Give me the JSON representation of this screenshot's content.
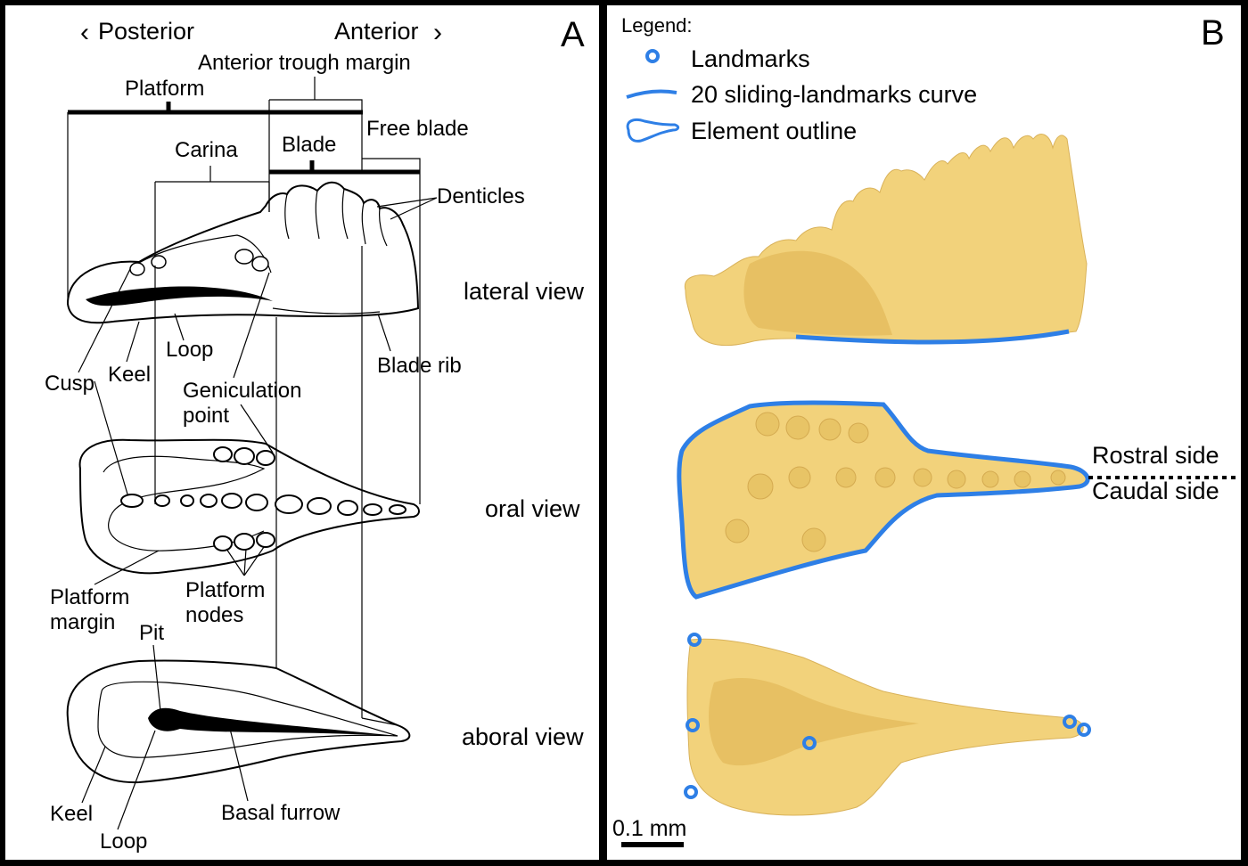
{
  "panel_a": {
    "letter": "A",
    "direction": {
      "posterior": "Posterior",
      "anterior": "Anterior"
    },
    "labels": {
      "anterior_trough_margin": "Anterior trough margin",
      "platform": "Platform",
      "carina": "Carina",
      "blade": "Blade",
      "free_blade": "Free blade",
      "denticles": "Denticles",
      "loop": "Loop",
      "cusp": "Cusp",
      "keel": "Keel",
      "geniculation_1": "Geniculation",
      "geniculation_2": "point",
      "blade_rib": "Blade rib",
      "platform_margin_1": "Platform",
      "platform_margin_2": "margin",
      "platform_nodes_1": "Platform",
      "platform_nodes_2": "nodes",
      "pit": "Pit",
      "keel_aboral": "Keel",
      "loop_aboral": "Loop",
      "basal_furrow": "Basal furrow"
    },
    "views": {
      "lateral": "lateral view",
      "oral": "oral view",
      "aboral": "aboral view"
    }
  },
  "panel_b": {
    "letter": "B",
    "legend": {
      "title": "Legend:",
      "landmarks": "Landmarks",
      "sliding_curve": "20 sliding-landmarks curve",
      "element_outline": "Element outline"
    },
    "side_labels": {
      "rostral": "Rostral side",
      "caudal": "Caudal side"
    },
    "scale_bar": "0.1 mm"
  },
  "colors": {
    "background": "#000000",
    "panel": "#ffffff",
    "specimen": "#f2d27b",
    "annotation_blue": "#2e7fe6"
  }
}
